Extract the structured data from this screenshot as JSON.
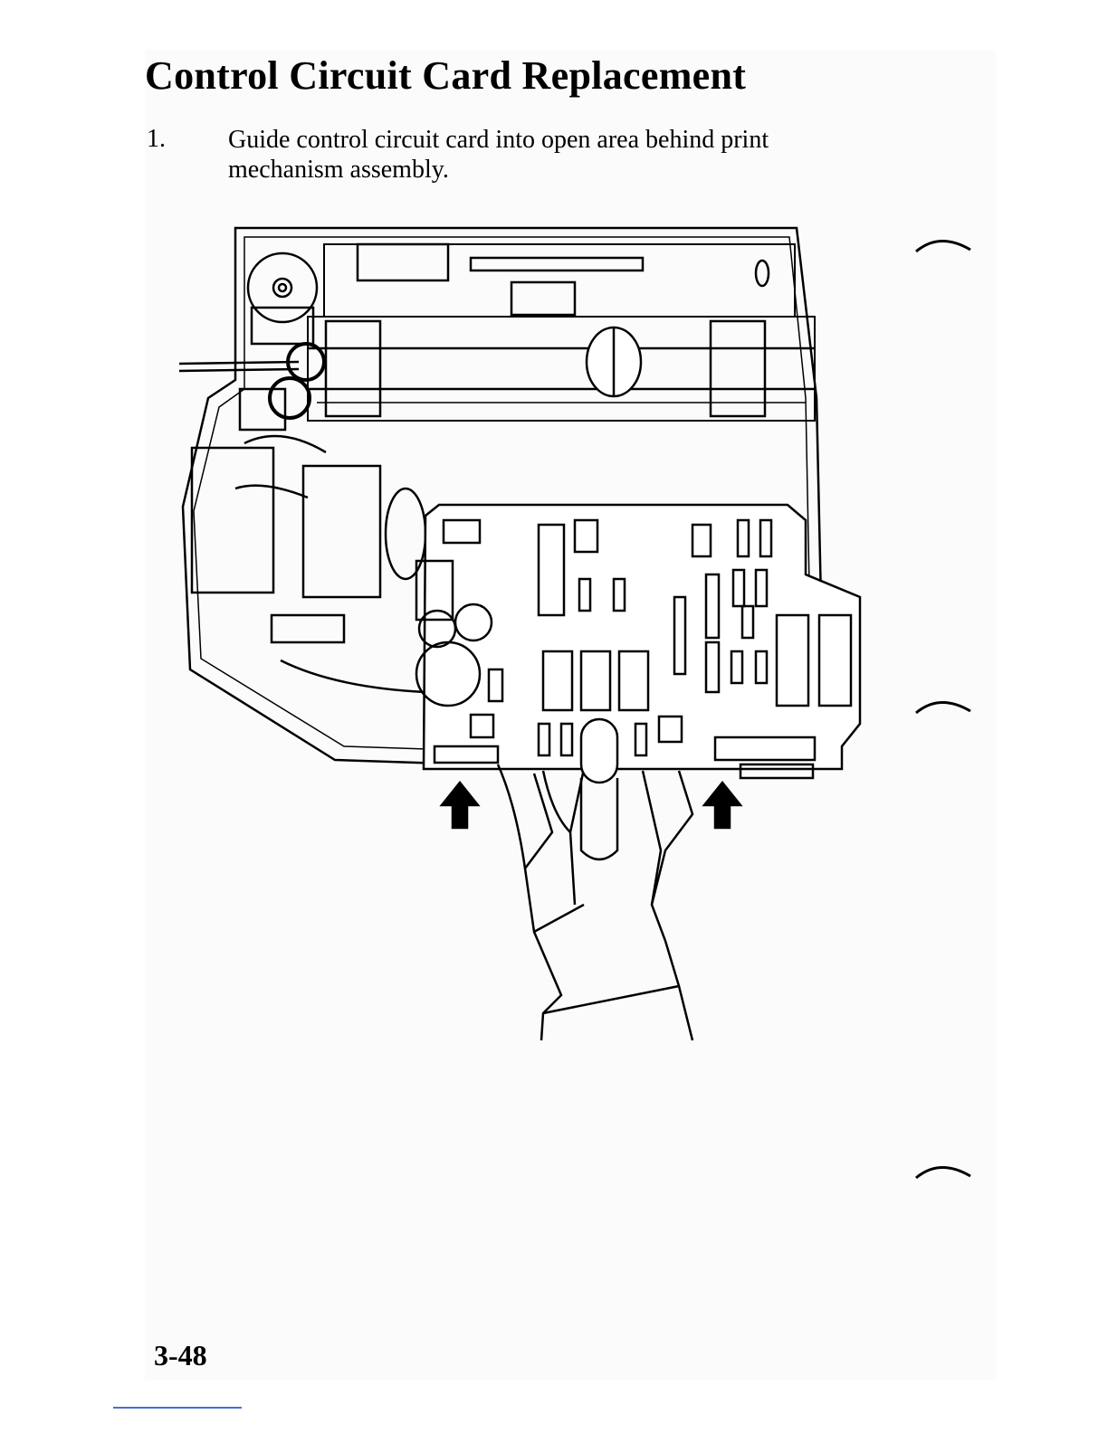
{
  "header": {
    "title": "Control Circuit Card Replacement"
  },
  "steps": [
    {
      "number": "1.",
      "text": "Guide control circuit card into open area behind print mechanism assembly."
    }
  ],
  "footer": {
    "page_number": "3-48"
  }
}
